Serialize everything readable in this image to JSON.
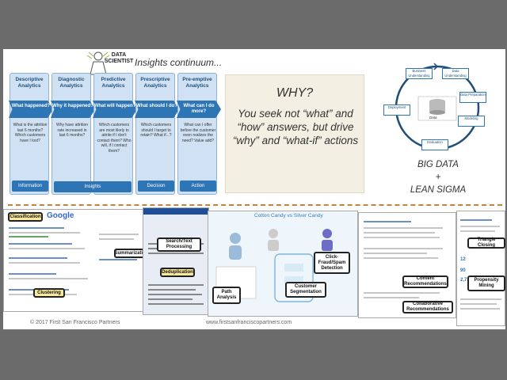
{
  "continuum": {
    "logo_text": "DATA SCIENTIST",
    "title": "Insights continuum...",
    "columns": [
      {
        "head": "Descriptive Analytics",
        "ribbon": "What happened?",
        "body": "What is the attrition last 6 months? Which customers have I lost?"
      },
      {
        "head": "Diagnostic Analytics",
        "ribbon": "Why it happened?",
        "body": "Why have attrition rate increased in last 6 months?"
      },
      {
        "head": "Predictive Analytics",
        "ribbon": "What will happen?",
        "body": "Which customers are most likely to attrite if I don't contact them? Who will, if I contact them?"
      },
      {
        "head": "Prescriptive Analytics",
        "ribbon": "What should I do?",
        "body": "Which customers should I target to retain? What if...?"
      },
      {
        "head": "Pre-emptive Analytics",
        "ribbon": "What can I do more?",
        "body": "What can I offer before the customer even realizes the need? Value add?"
      }
    ],
    "footers": {
      "information": "Information",
      "insights": "Insights",
      "decision": "Decision",
      "action": "Action"
    }
  },
  "why": {
    "title": "WHY?",
    "text": "You seek not “what” and “how” answers, but drive “why” and “what-if” actions"
  },
  "cycle": {
    "nodes": [
      "Business Understanding",
      "Data Understanding",
      "Data Preparation",
      "Modeling",
      "Evaluation",
      "Deployment"
    ],
    "center": "Data"
  },
  "big_data": {
    "line1": "BIG DATA",
    "line2": "+",
    "line3": "LEAN SIGMA"
  },
  "callouts": {
    "classification": "Classification",
    "summarization": "Summarization",
    "clustering": "Clustering",
    "search": "Search/Text Processing",
    "dedup": "Deduplication",
    "path": "Path Analysis",
    "segmentation": "Customer Segmentation",
    "click": "Click-Fraud/Spam Detection",
    "content": "Content Recommendations",
    "collab": "Collaborative Recommendations",
    "triangle": "Triangle Closing",
    "propensity": "Propensity Mining"
  },
  "collage": {
    "center_title": "Cotton Candy vs Silver Candy",
    "logo_word": "Google"
  },
  "footer": {
    "copyright": "© 2017 First San Francisco Partners",
    "website": "www.firstsanfranciscopartners.com"
  },
  "colors": {
    "accent": "#2e75b6",
    "divider": "#c0843f",
    "why_bg": "#f3efe2"
  }
}
